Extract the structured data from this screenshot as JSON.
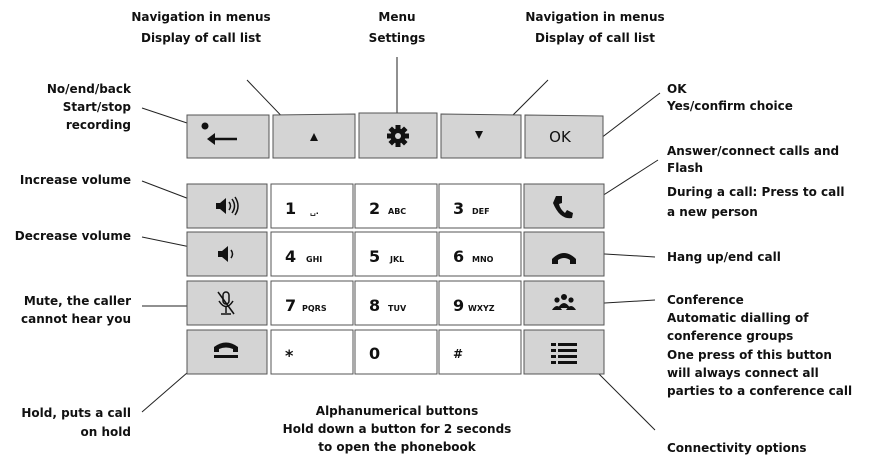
{
  "callouts": {
    "nav_left": [
      "Navigation in menus",
      "Display of call list"
    ],
    "menu": [
      "Menu",
      "Settings"
    ],
    "nav_right": [
      "Navigation in menus",
      "Display of call list"
    ],
    "back": [
      "No/end/back",
      "Start/stop",
      "recording"
    ],
    "ok": [
      "OK",
      "Yes/confirm choice"
    ],
    "answer": [
      "Answer/connect calls and",
      "Flash",
      "During a call: Press to call",
      "a new person"
    ],
    "increase_volume": [
      "Increase volume"
    ],
    "decrease_volume": [
      "Decrease volume"
    ],
    "hang_up": [
      "Hang up/end call"
    ],
    "mute": [
      "Mute, the caller",
      "cannot hear you"
    ],
    "conference": [
      "Conference",
      "Automatic dialling of",
      "conference groups",
      "One press of this button",
      "will always connect all",
      "parties to a conference call"
    ],
    "hold": [
      "Hold, puts a call",
      "on hold"
    ],
    "alphanumeric": [
      "Alphanumerical buttons",
      "Hold down a button for 2 seconds",
      "to open the phonebook"
    ],
    "connectivity": [
      "Connectivity options"
    ]
  },
  "keys": {
    "ok_label": "OK",
    "digits": [
      {
        "num": "1",
        "letters": "␣."
      },
      {
        "num": "2",
        "letters": "ABC"
      },
      {
        "num": "3",
        "letters": "DEF"
      },
      {
        "num": "4",
        "letters": "GHI"
      },
      {
        "num": "5",
        "letters": "JKL"
      },
      {
        "num": "6",
        "letters": "MNO"
      },
      {
        "num": "7",
        "letters": "PQRS"
      },
      {
        "num": "8",
        "letters": "TUV"
      },
      {
        "num": "9",
        "letters": "WXYZ"
      },
      {
        "num": "*",
        "letters": ""
      },
      {
        "num": "0",
        "letters": ""
      },
      {
        "num": "#",
        "letters": ""
      }
    ]
  },
  "icons": {
    "back_key": "back-arrow-with-dot-icon",
    "up_key": "triangle-up-icon",
    "menu_key": "gear-icon",
    "down_key": "triangle-down-icon",
    "volume_up_key": "speaker-loud-icon",
    "volume_down_key": "speaker-soft-icon",
    "mute_key": "muted-microphone-icon",
    "hold_key": "handset-hold-icon",
    "answer_key": "handset-answer-icon",
    "hangup_key": "handset-hangup-icon",
    "conference_key": "people-group-icon",
    "connectivity_key": "list-options-icon"
  }
}
